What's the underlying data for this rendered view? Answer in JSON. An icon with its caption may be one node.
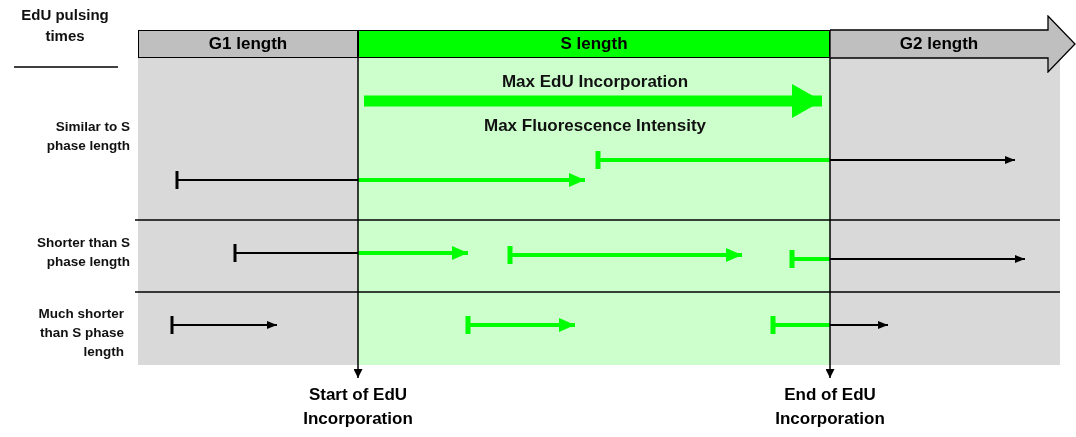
{
  "diagram": {
    "nodes": [
      {
        "text": [
          "G1 length"
        ]
      },
      {
        "text": [
          "S length"
        ]
      },
      {
        "text": [
          "G2 length"
        ]
      },
      {
        "text": [
          "Start of EdU Incorporation"
        ]
      },
      {
        "text": [
          "End of EdU Incorporation"
        ]
      }
    ],
    "edges": [
      {
        "from": 0,
        "to": 3,
        "arrow": "to"
      },
      {
        "from": 1,
        "to": 4,
        "arrow": "to"
      }
    ],
    "labels": [
      "EdU pulsing times",
      "Max EdU Incorporation",
      "Max Fluorescence Intensity",
      "Similar to S phase length",
      "Shorter than S phase length",
      "Much shorter than S phase length"
    ]
  }
}
